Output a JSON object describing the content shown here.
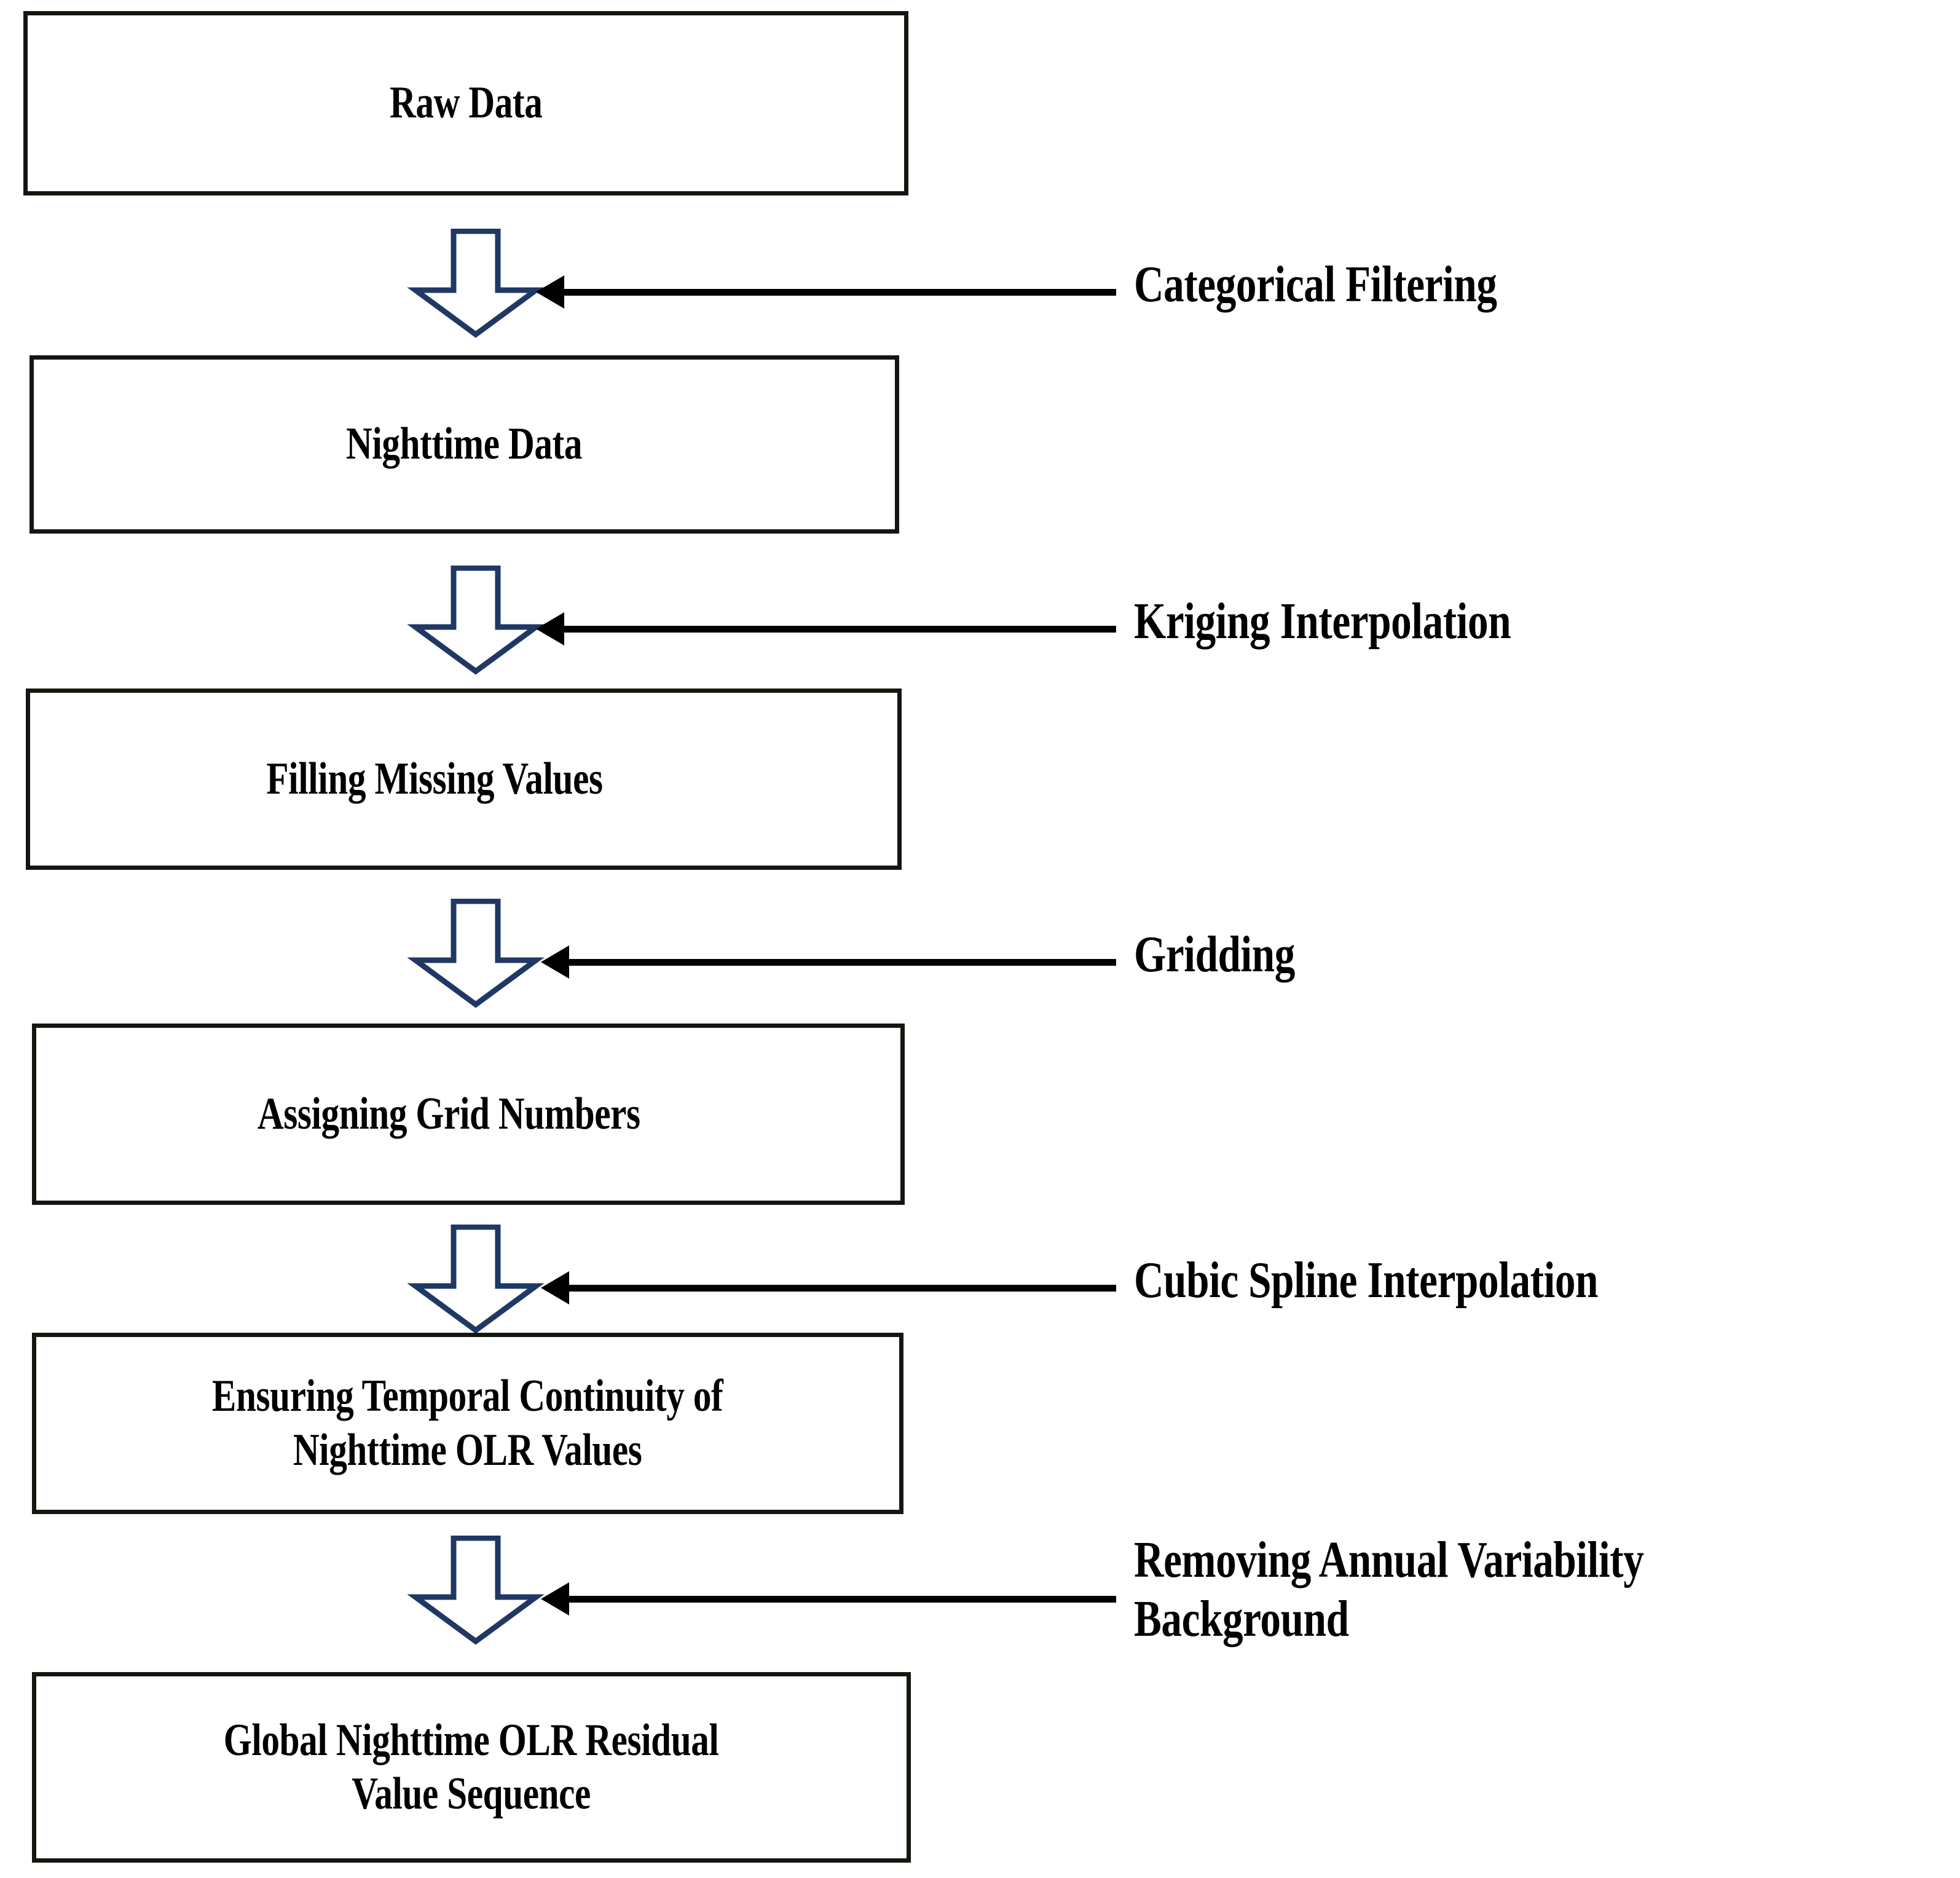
{
  "diagram": {
    "title": "Nighttime OLR data processing flowchart",
    "box_border_color": "#12180f",
    "arrow_outline_color": "#1f3864",
    "annotation_arrow_color": "#000000",
    "background_color": "#ffffff"
  },
  "nodes": [
    {
      "id": "raw-data",
      "label": "Raw Data"
    },
    {
      "id": "nighttime-data",
      "label": "Nighttime Data"
    },
    {
      "id": "filling-missing-values",
      "label": "Filling Missing Values"
    },
    {
      "id": "assigning-grid-numbers",
      "label": "Assigning Grid Numbers"
    },
    {
      "id": "ensuring-temporal-continuity",
      "label": "Ensuring Temporal Continuity of\nNighttime OLR Values"
    },
    {
      "id": "global-residual-sequence",
      "label": "Global Nighttime OLR Residual\nValue Sequence"
    }
  ],
  "transitions": [
    {
      "id": "categorical-filtering",
      "label": "Categorical Filtering"
    },
    {
      "id": "kriging-interpolation",
      "label": "Kriging Interpolation"
    },
    {
      "id": "gridding",
      "label": "Gridding"
    },
    {
      "id": "cubic-spline-interpolation",
      "label": "Cubic Spline Interpolation"
    },
    {
      "id": "removing-annual-variability",
      "label": "Removing Annual Variability\nBackground"
    }
  ]
}
